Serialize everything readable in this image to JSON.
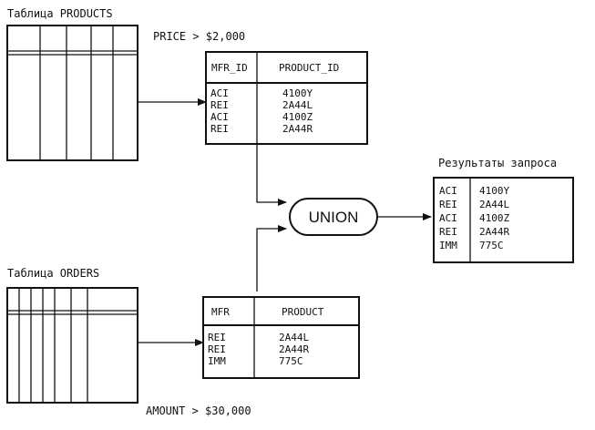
{
  "products_table": {
    "caption": "Таблица PRODUCTS"
  },
  "orders_table": {
    "caption": "Таблица ORDERS"
  },
  "conditions": {
    "price": "PRICE >  $2,000",
    "amount": "AMOUNT > $30,000"
  },
  "query1": {
    "headers": [
      "MFR_ID",
      "PRODUCT_ID"
    ],
    "rows": [
      [
        "ACI",
        "4100Y"
      ],
      [
        "REI",
        "2A44L"
      ],
      [
        "ACI",
        "4100Z"
      ],
      [
        "REI",
        "2A44R"
      ]
    ]
  },
  "query2": {
    "headers": [
      "MFR",
      "PRODUCT"
    ],
    "rows": [
      [
        "REI",
        "2A44L"
      ],
      [
        "REI",
        "2A44R"
      ],
      [
        "IMM",
        "775C"
      ]
    ]
  },
  "union_label": "UNION",
  "result": {
    "caption": "Результаты запроса",
    "rows": [
      [
        "ACI",
        "4100Y"
      ],
      [
        "REI",
        "2A44L"
      ],
      [
        "ACI",
        "4100Z"
      ],
      [
        "REI",
        "2A44R"
      ],
      [
        "IMM",
        "775C"
      ]
    ]
  }
}
